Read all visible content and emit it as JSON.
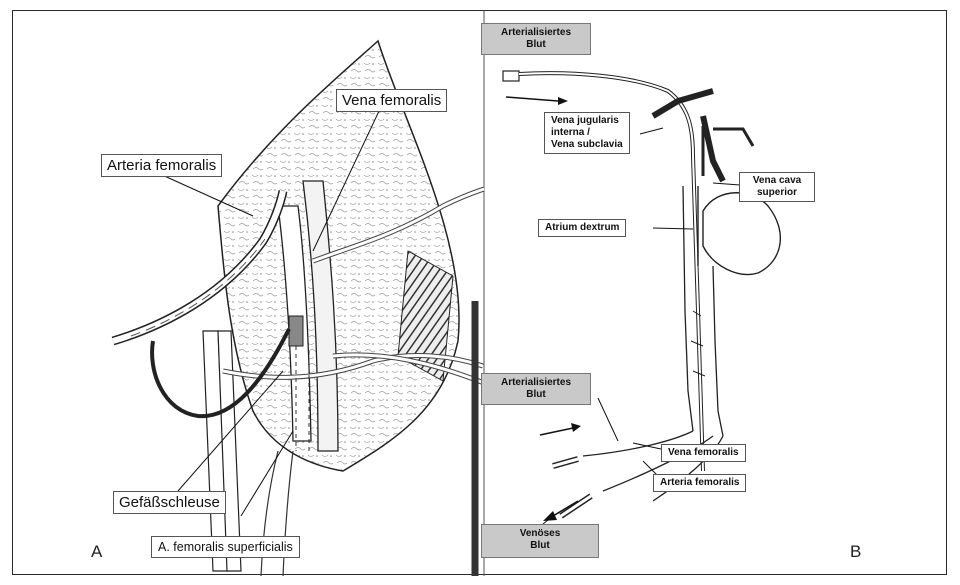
{
  "panel_a": {
    "letter": "A",
    "labels": {
      "vena_femoralis": "Vena femoralis",
      "arteria_femoralis": "Arteria femoralis",
      "gefaessschleuse": "Gefäßschleuse",
      "a_femoralis_superficialis": "A. femoralis superficialis"
    }
  },
  "panel_b": {
    "letter": "B",
    "labels": {
      "arterialisiertes_blut_top_1": "Arterialisiertes",
      "arterialisiertes_blut_top_2": "Blut",
      "vena_jugularis_1": "Vena jugularis",
      "vena_jugularis_2": "interna /",
      "vena_jugularis_3": "Vena subclavia",
      "vena_cava_1": "Vena cava",
      "vena_cava_2": "superior",
      "atrium_dextrum": "Atrium dextrum",
      "arterialisiertes_blut_mid_1": "Arterialisiertes",
      "arterialisiertes_blut_mid_2": "Blut",
      "vena_femoralis": "Vena femoralis",
      "arteria_femoralis": "Arteria femoralis",
      "venoeses_blut_1": "Venöses",
      "venoeses_blut_2": "Blut"
    }
  },
  "colors": {
    "ink": "#1e1e1e",
    "label_fill_grey": "#c9c9c9"
  }
}
